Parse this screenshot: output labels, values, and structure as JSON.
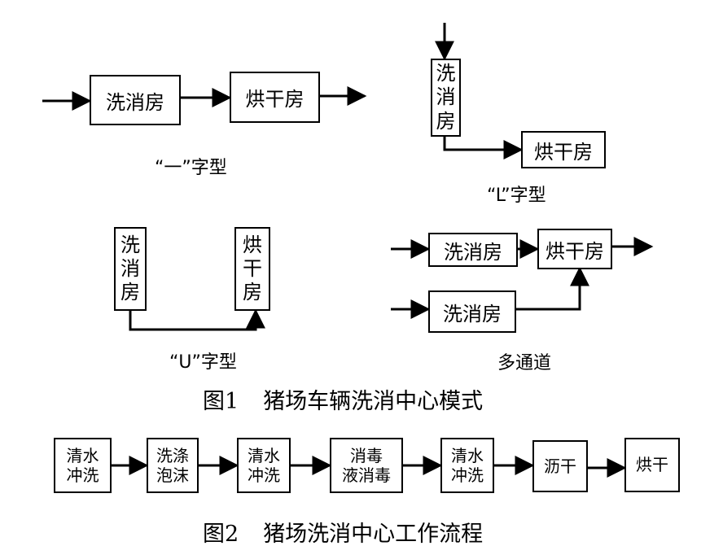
{
  "figure1": {
    "linear": {
      "wash": "洗消房",
      "dry": "烘干房",
      "label": "“一”字型"
    },
    "l_shape": {
      "wash": [
        "洗",
        "消",
        "房"
      ],
      "dry": "烘干房",
      "label": "“L”字型"
    },
    "u_shape": {
      "wash": [
        "洗",
        "消",
        "房"
      ],
      "dry": [
        "烘",
        "干",
        "房"
      ],
      "label": "“U”字型"
    },
    "multi": {
      "wash_top": "洗消房",
      "wash_bottom": "洗消房",
      "dry": "烘干房",
      "label": "多通道"
    },
    "caption": {
      "num": "图1",
      "text": "猪场车辆洗消中心模式"
    }
  },
  "figure2": {
    "steps": [
      {
        "lines": [
          "清水",
          "冲洗"
        ]
      },
      {
        "lines": [
          "洗涤",
          "泡沫"
        ]
      },
      {
        "lines": [
          "清水",
          "冲洗"
        ]
      },
      {
        "lines": [
          "消毒",
          "液消毒"
        ]
      },
      {
        "lines": [
          "清水",
          "冲洗"
        ]
      },
      {
        "lines": [
          "沥干"
        ]
      },
      {
        "lines": [
          "烘干"
        ]
      }
    ],
    "caption": {
      "num": "图2",
      "text": "猪场洗消中心工作流程"
    }
  }
}
